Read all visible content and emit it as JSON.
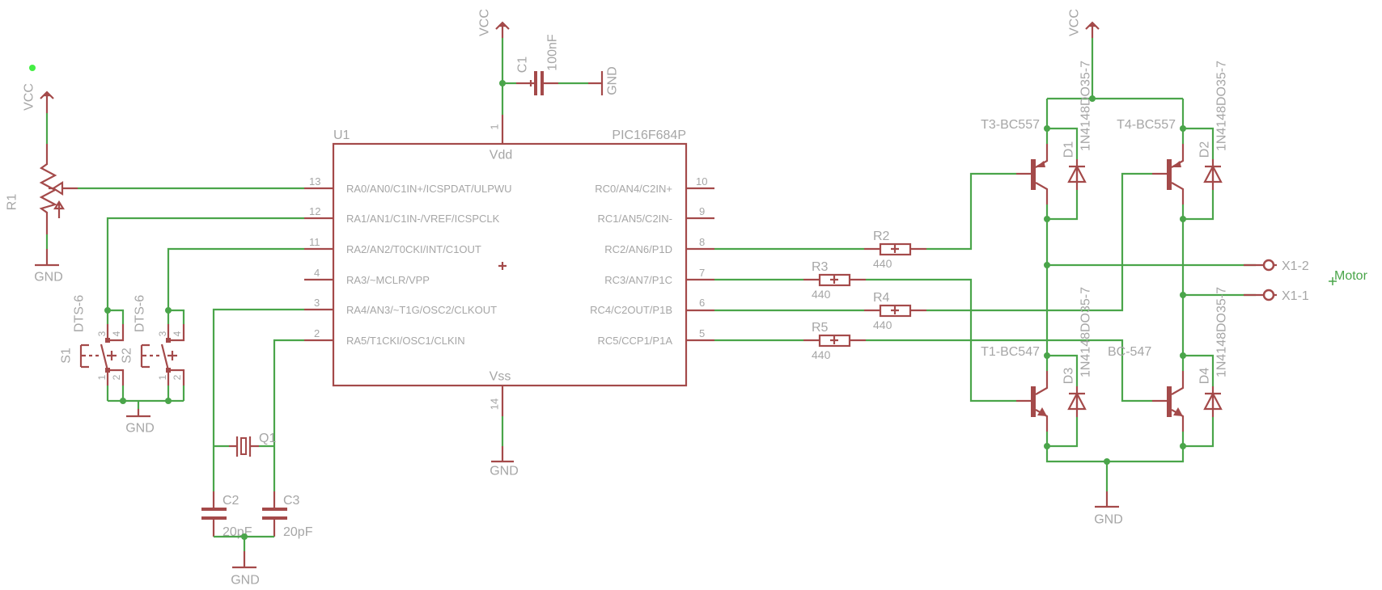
{
  "colors": {
    "wire": "#4aa54a",
    "part": "#a44a4a",
    "text": "#a6a6a6",
    "origin_marker": "#44ee44"
  },
  "power": {
    "vcc": "VCC",
    "gnd": "GND"
  },
  "r1": {
    "name": "R1"
  },
  "switches": [
    {
      "name": "S1",
      "value": "DTS-6",
      "pins": [
        "1",
        "2",
        "3",
        "4"
      ]
    },
    {
      "name": "S2",
      "value": "DTS-6",
      "pins": [
        "1",
        "2",
        "3",
        "4"
      ]
    }
  ],
  "c1": {
    "name": "C1",
    "value": "100nF"
  },
  "c2": {
    "name": "C2",
    "value": "20pF"
  },
  "c3": {
    "name": "C3",
    "value": "20pF"
  },
  "q1": {
    "name": "Q1"
  },
  "u1": {
    "name": "U1",
    "value": "PIC16F684P",
    "vdd": "Vdd",
    "vss": "Vss",
    "vdd_pin": "1",
    "vss_pin": "14",
    "left_pins": [
      {
        "num": "13",
        "label": "RA0/AN0/C1IN+/ICSPDAT/ULPWU"
      },
      {
        "num": "12",
        "label": "RA1/AN1/C1IN-/VREF/ICSPCLK"
      },
      {
        "num": "11",
        "label": "RA2/AN2/T0CKI/INT/C1OUT"
      },
      {
        "num": "4",
        "label": "RA3/~MCLR/VPP"
      },
      {
        "num": "3",
        "label": "RA4/AN3/~T1G/OSC2/CLKOUT"
      },
      {
        "num": "2",
        "label": "RA5/T1CKI/OSC1/CLKIN"
      }
    ],
    "right_pins": [
      {
        "num": "10",
        "label": "RC0/AN4/C2IN+"
      },
      {
        "num": "9",
        "label": "RC1/AN5/C2IN-"
      },
      {
        "num": "8",
        "label": "RC2/AN6/P1D"
      },
      {
        "num": "7",
        "label": "RC3/AN7/P1C"
      },
      {
        "num": "6",
        "label": "RC4/C2OUT/P1B"
      },
      {
        "num": "5",
        "label": "RC5/CCP1/P1A"
      }
    ]
  },
  "resistors": [
    {
      "name": "R2",
      "value": "440"
    },
    {
      "name": "R3",
      "value": "440"
    },
    {
      "name": "R4",
      "value": "440"
    },
    {
      "name": "R5",
      "value": "440"
    }
  ],
  "transistors": [
    {
      "name": "T3-BC557"
    },
    {
      "name": "T4-BC557"
    },
    {
      "name": "T1-BC547"
    },
    {
      "name": "BC-547"
    }
  ],
  "diodes": [
    {
      "name": "D1",
      "value": "1N4148DO35-7"
    },
    {
      "name": "D2",
      "value": "1N4148DO35-7"
    },
    {
      "name": "D3",
      "value": "1N4148DO35-7"
    },
    {
      "name": "D4",
      "value": "1N4148DO35-7"
    }
  ],
  "connector": {
    "name": "Motor",
    "pins": [
      "X1-2",
      "X1-1"
    ]
  }
}
